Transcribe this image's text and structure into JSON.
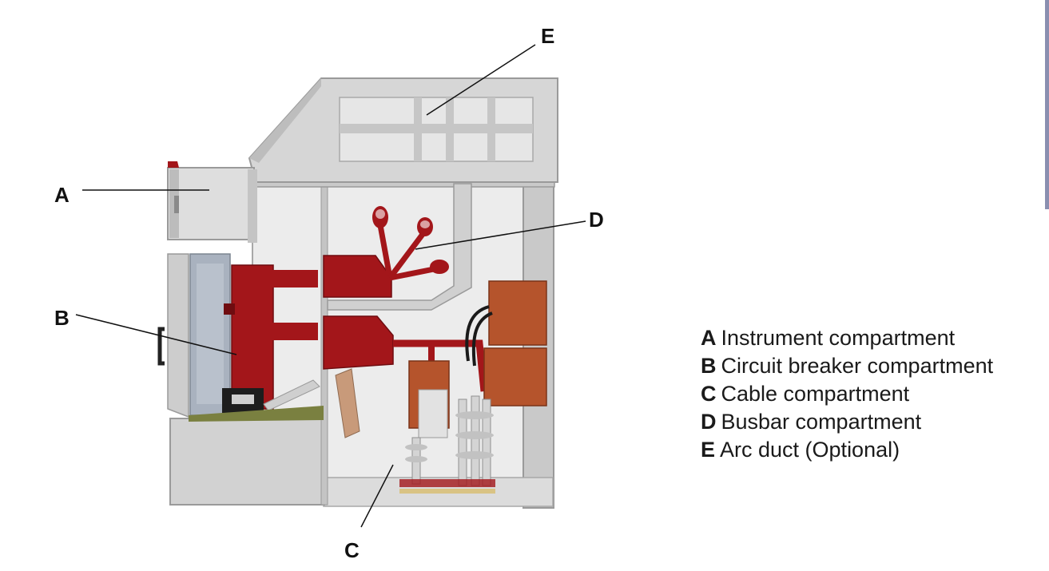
{
  "callouts": [
    {
      "letter": "A"
    },
    {
      "letter": "B"
    },
    {
      "letter": "C"
    },
    {
      "letter": "D"
    },
    {
      "letter": "E"
    }
  ],
  "legend": [
    {
      "key": "A",
      "text": "Instrument compartment"
    },
    {
      "key": "B",
      "text": "Circuit breaker compartment"
    },
    {
      "key": "C",
      "text": "Cable compartment"
    },
    {
      "key": "D",
      "text": "Busbar compartment"
    },
    {
      "key": "E",
      "text": "Arc duct (Optional)"
    }
  ],
  "colors": {
    "steel": "#cfcfcf",
    "steel_dark": "#9a9a9a",
    "interior": "#ebebeb",
    "red_parts": "#a3161a",
    "copper": "#b8502a",
    "accent_bar": "#8a8fb0"
  }
}
